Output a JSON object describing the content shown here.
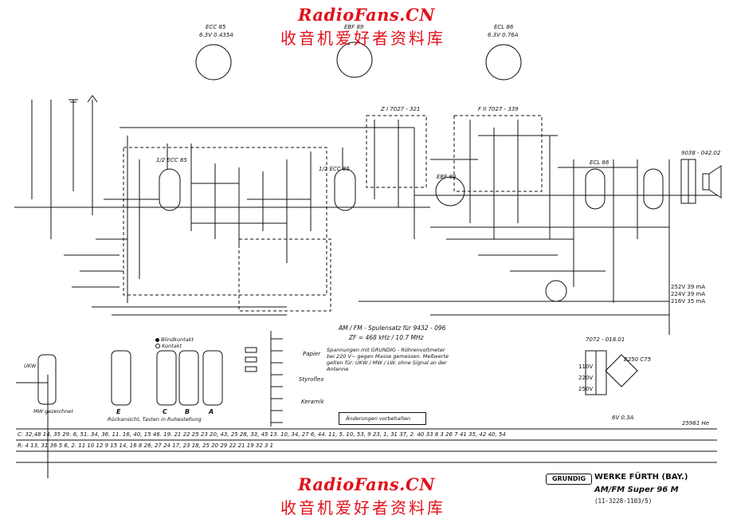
{
  "watermark": {
    "site": "RadioFans.CN",
    "chinese": "收音机爱好者资料库"
  },
  "tubes": {
    "ecc85_top": {
      "name": "ECC 85",
      "heater": "6.3V 0.435A"
    },
    "ebf89_top": {
      "name": "EBF 89",
      "heater": ""
    },
    "ecl86_top": {
      "name": "ECL 86",
      "heater": "6.3V 0.76A"
    }
  },
  "circuit_labels": {
    "ecc85_left": "1/2 ECC 85",
    "ecc85_right": "1/2 ECC 85",
    "ebf89": "EBF 89",
    "ecl86": "ECL 86",
    "zf1": "Z I  7027 - 321",
    "zf2": "F II  7027 - 339",
    "out_trafo": "9038 - 042.02",
    "power_trafo": "7072 - 018.01",
    "rect": "B250 C75",
    "lamp": "6V 0.3A"
  },
  "notes": {
    "coil_set": "AM / FM - Spulensatz für 9432 - 096",
    "if": "ZF = 468 kHz / 10.7 MHz",
    "measure": "Spannungen mit GRUNDIG - Röhrenvoltmeter bei 220 V~ gegen Masse gemessen. Meßwerte gelten für: UKW / MW / LW. ohne Signal an der Antenne",
    "changes": "Änderungen vorbehalten",
    "ukw_label": "UKW",
    "mw_label": "MW gezeichnet",
    "ruck": "Rückansicht, Tasten in Ruhestellung",
    "blind": "Blindkontakt",
    "kontakt": "Kontakt",
    "tasten": [
      "E",
      "C",
      "B",
      "A"
    ]
  },
  "cap_types": {
    "papier": "Papier",
    "styroflex": "Styroflex",
    "keramik": "Keramik"
  },
  "voltages": {
    "supply": [
      "252V 39 mA",
      "224V 39 mA",
      "216V 35 mA"
    ],
    "mains": [
      "110V",
      "220V",
      "250V"
    ]
  },
  "position_table": {
    "row_c": "C: 32,48  14, 35  29.  6, 51. 34, 36.  11. 16, 40, 15  46.  19. 21 22 25 23  20, 43, 25  28, 33, 45  13.  10, 34, 27  6, 44. 11, 5.  10, 53, 9 23, 1, 31  37, 2.  40  33  8  3  26 7  41  35, 42  40, 54",
    "row_r": "R: 4  13, 31  36  5  6, 2.  11  10  12 9  15  14, 16  8  26, 27  24  17, 23  18, 25  20  29  22  21  19  32  3  1"
  },
  "serial": "25961 He",
  "brand": "GRUNDIG",
  "maker": "WERKE FÜRTH (BAY.)",
  "model": "AM/FM Super 96 M",
  "code": "(11-3228-1103/5)"
}
